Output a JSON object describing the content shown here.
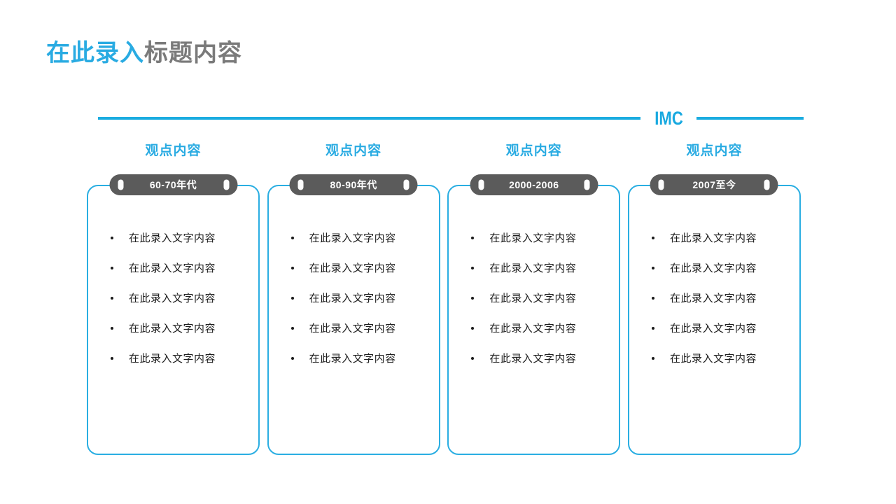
{
  "slide": {
    "background_color": "#ffffff",
    "accent_color": "#29abe2",
    "pill_color": "#5b5b5b",
    "title_gray": "#7a7a7a"
  },
  "title": {
    "accent_text": "在此录入",
    "rest_text": "标题内容"
  },
  "divider": {
    "label": "IMC"
  },
  "columns": [
    {
      "heading": "观点内容",
      "pill_label": "60-70年代",
      "bullets": [
        "在此录入文字内容",
        "在此录入文字内容",
        "在此录入文字内容",
        "在此录入文字内容",
        "在此录入文字内容"
      ]
    },
    {
      "heading": "观点内容",
      "pill_label": "80-90年代",
      "bullets": [
        "在此录入文字内容",
        "在此录入文字内容",
        "在此录入文字内容",
        "在此录入文字内容",
        "在此录入文字内容"
      ]
    },
    {
      "heading": "观点内容",
      "pill_label": "2000-2006",
      "bullets": [
        "在此录入文字内容",
        "在此录入文字内容",
        "在此录入文字内容",
        "在此录入文字内容",
        "在此录入文字内容"
      ]
    },
    {
      "heading": "观点内容",
      "pill_label": "2007至今",
      "bullets": [
        "在此录入文字内容",
        "在此录入文字内容",
        "在此录入文字内容",
        "在此录入文字内容",
        "在此录入文字内容"
      ]
    }
  ]
}
